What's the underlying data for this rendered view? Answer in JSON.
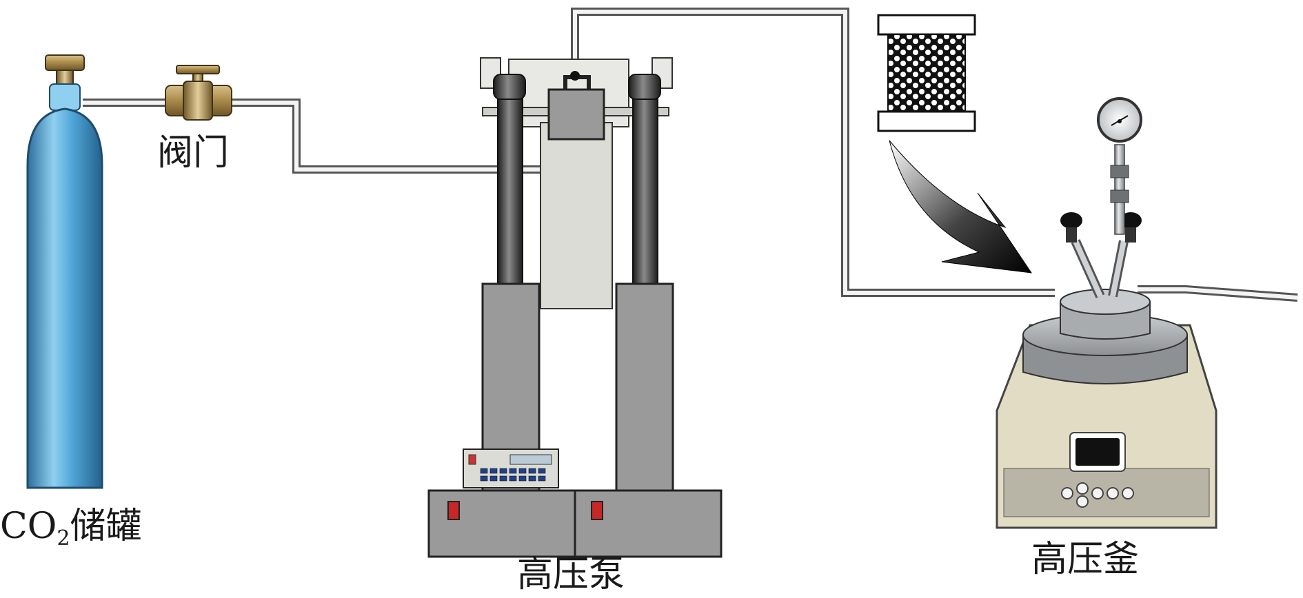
{
  "labels": {
    "valve": "阀门",
    "tank_prefix": "CO",
    "tank_sub": "2",
    "tank_suffix": "储罐",
    "pump": "高压泵",
    "reactor": "高压釜"
  },
  "colors": {
    "cylinder": "#4fa6d8",
    "cylinder_dark": "#2d6f9e",
    "brass": "#a98a4a",
    "pump_gray": "#9a9a9a",
    "pump_panel": "#dcdcd6",
    "reactor_base": "#e2dcc4",
    "reactor_band": "#b8b4a6",
    "steel": "#a9acae"
  }
}
